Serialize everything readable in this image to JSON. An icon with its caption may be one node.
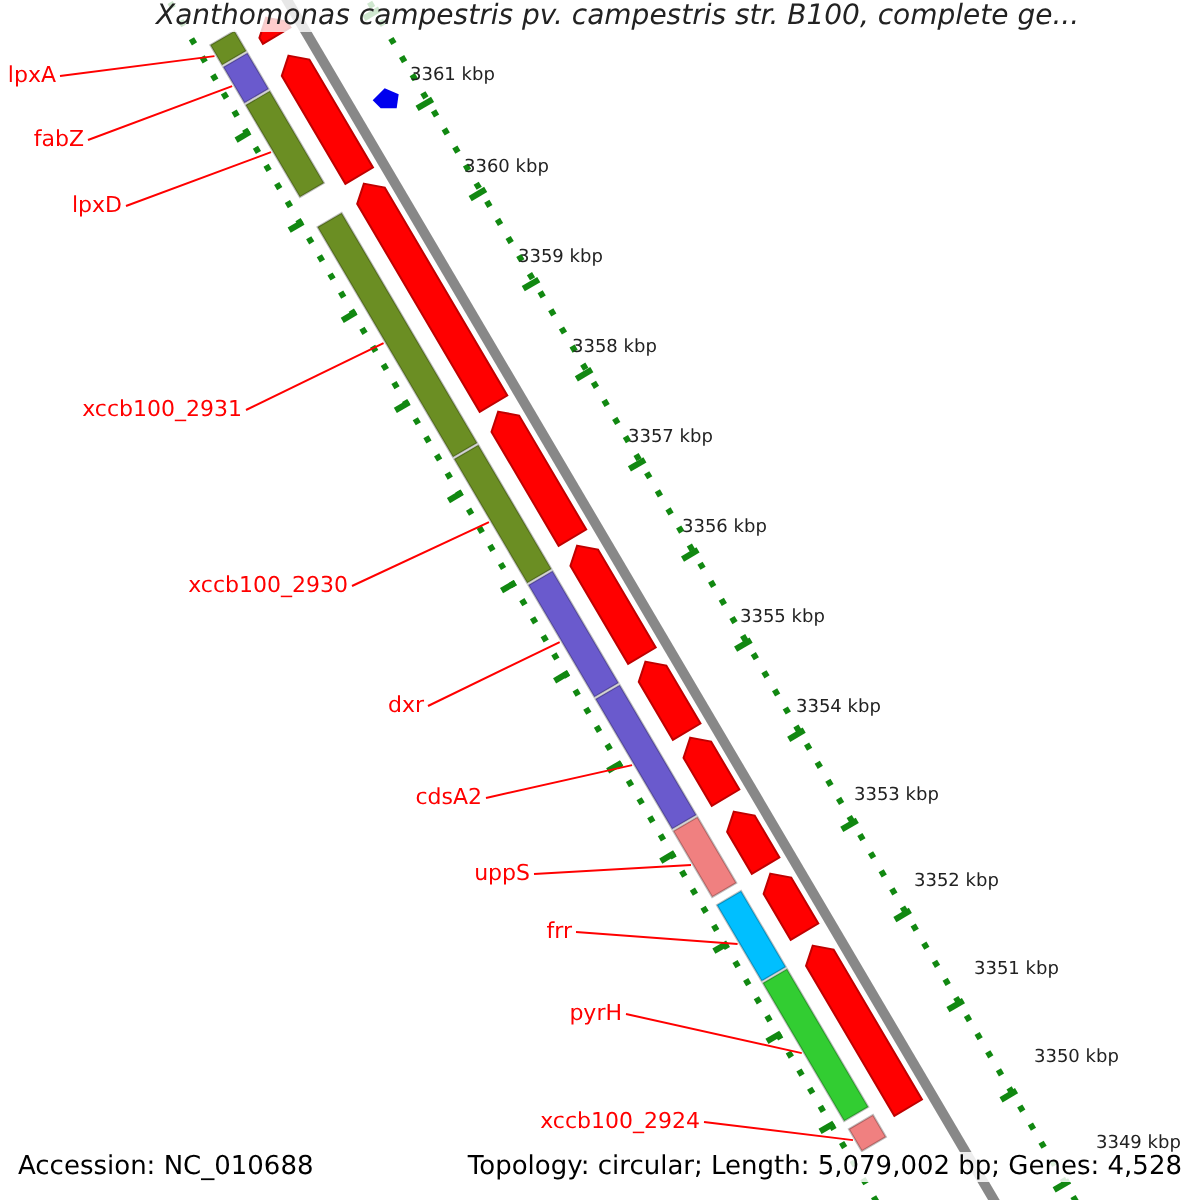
{
  "diagram": {
    "title": "Xanthomonas campestris pv. campestris str. B100, complete ge...",
    "nodes": [
      {
        "text": [
          "lpxA"
        ]
      },
      {
        "text": [
          "fabZ"
        ]
      },
      {
        "text": [
          "lpxD"
        ]
      },
      {
        "text": [
          "xccb100_2931"
        ]
      },
      {
        "text": [
          "xccb100_2930"
        ]
      },
      {
        "text": [
          "dxr"
        ]
      },
      {
        "text": [
          "cdsA2"
        ]
      },
      {
        "text": [
          "uppS"
        ]
      },
      {
        "text": [
          "frr"
        ]
      },
      {
        "text": [
          "pyrH"
        ]
      },
      {
        "text": [
          "xccb100_2924"
        ]
      },
      {
        "text": [],
        "shape": "bar"
      },
      {
        "text": [],
        "shape": "bar"
      },
      {
        "text": [],
        "shape": "bar"
      },
      {
        "text": [],
        "shape": "bar"
      },
      {
        "text": [],
        "shape": "bar"
      },
      {
        "text": [],
        "shape": "bar"
      },
      {
        "text": [],
        "shape": "bar"
      },
      {
        "text": [],
        "shape": "bar"
      },
      {
        "text": [],
        "shape": "bar"
      },
      {
        "text": [],
        "shape": "bar"
      },
      {
        "text": [],
        "shape": "bar"
      },
      {
        "text": [],
        "shape": "bar"
      },
      {
        "text": [],
        "shape": "bar"
      },
      {
        "text": [],
        "shape": "bar"
      },
      {
        "text": [],
        "shape": "bar"
      },
      {
        "text": [],
        "shape": "bar"
      },
      {
        "text": [],
        "shape": "bar"
      },
      {
        "text": [],
        "shape": "bar"
      },
      {
        "text": [],
        "shape": "bar"
      },
      {
        "text": [],
        "shape": "bar"
      },
      {
        "text": [],
        "shape": "bar"
      }
    ],
    "edges": [
      {
        "from": 0,
        "to": 11,
        "arrow": "none"
      },
      {
        "from": 1,
        "to": 12,
        "arrow": "none"
      },
      {
        "from": 2,
        "to": 13,
        "arrow": "none"
      },
      {
        "from": 3,
        "to": 14,
        "arrow": "none"
      },
      {
        "from": 4,
        "to": 15,
        "arrow": "none"
      },
      {
        "from": 5,
        "to": 16,
        "arrow": "none"
      },
      {
        "from": 6,
        "to": 17,
        "arrow": "none"
      },
      {
        "from": 7,
        "to": 18,
        "arrow": "none"
      },
      {
        "from": 8,
        "to": 19,
        "arrow": "none"
      },
      {
        "from": 9,
        "to": 20,
        "arrow": "none"
      },
      {
        "from": 10,
        "to": 21,
        "arrow": "none"
      }
    ],
    "labels": [
      "3361 kbp",
      "3360 kbp",
      "3359 kbp",
      "3358 kbp",
      "3357 kbp",
      "3356 kbp",
      "3355 kbp",
      "3354 kbp",
      "3353 kbp",
      "3352 kbp",
      "3351 kbp",
      "3350 kbp",
      "3349 kbp",
      "Accession: NC_010688",
      "Topology: circular; Length: 5,079,002 bp; Genes: 4,528"
    ]
  }
}
